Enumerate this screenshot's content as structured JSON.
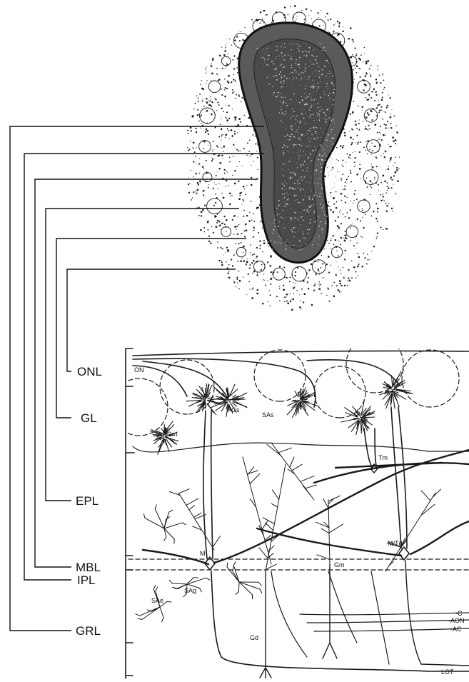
{
  "layers": [
    {
      "id": "onl",
      "label": "ONL"
    },
    {
      "id": "gl",
      "label": "GL"
    },
    {
      "id": "epl",
      "label": "EPL"
    },
    {
      "id": "mbl",
      "label": "MBL"
    },
    {
      "id": "ipl",
      "label": "IPL"
    },
    {
      "id": "grl",
      "label": "GRL"
    }
  ],
  "cell_labels": {
    "on": "ON",
    "pgm": "PGm",
    "pgs": "PGs",
    "sas": "SAs",
    "tm": "Tm",
    "m": "M",
    "mtd": "M/Td",
    "gm": "Gm",
    "sae": "SAe",
    "sag": "SAg",
    "gd": "Gd",
    "lot": "LOT",
    "c": "-C",
    "aon1": "-AON",
    "aon2": "-AC"
  },
  "colors": {
    "ink": "#1a1a1a",
    "background": "#ffffff"
  }
}
